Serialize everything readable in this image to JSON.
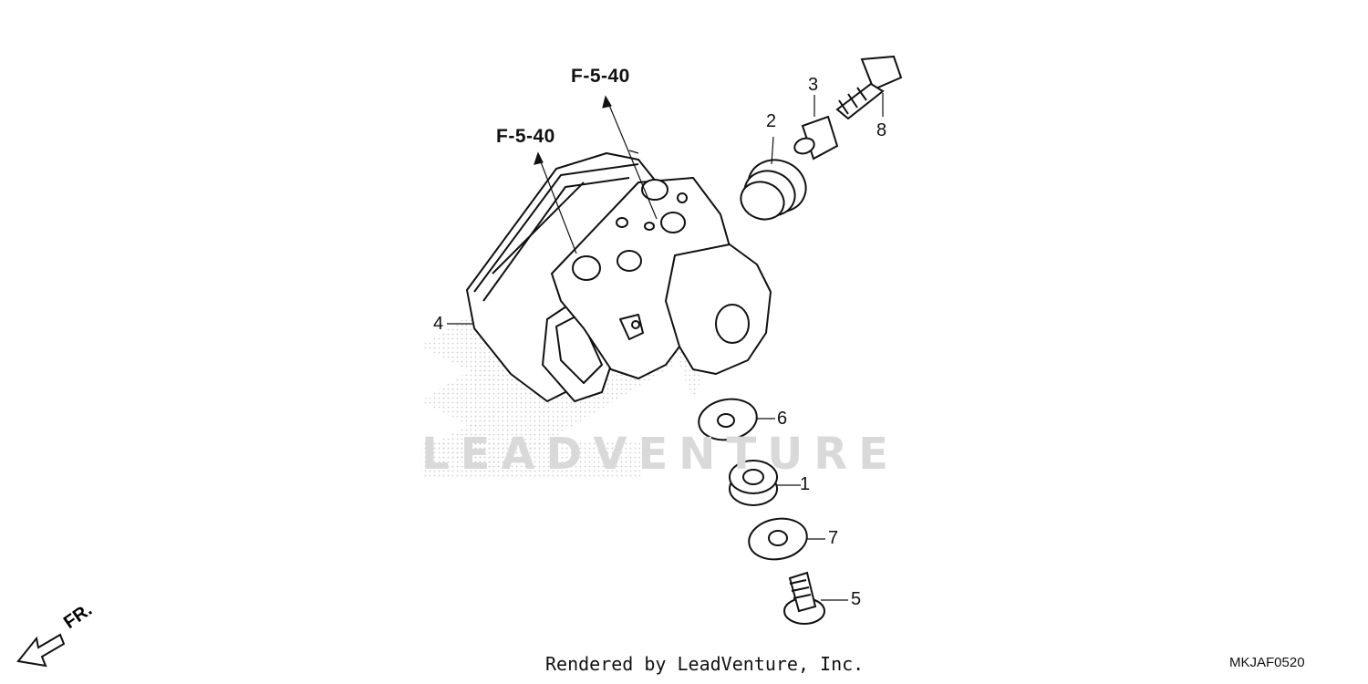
{
  "diagram": {
    "ref_labels": [
      "F-5-40",
      "F-5-40"
    ],
    "callouts": [
      "1",
      "2",
      "3",
      "4",
      "5",
      "6",
      "7",
      "8"
    ],
    "watermark": "LEADVENTURE",
    "direction_label": "FR.",
    "footer": "Rendered by LeadVenture, Inc.",
    "diagram_code": "MKJAF0520"
  }
}
